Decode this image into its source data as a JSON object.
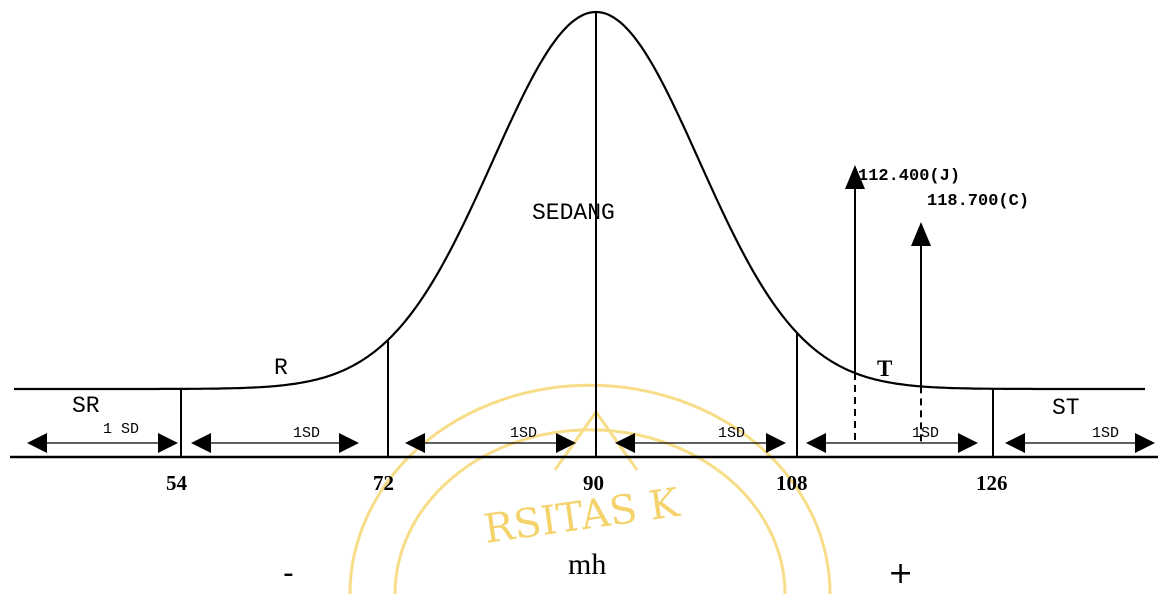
{
  "diagram": {
    "center_label": "SEDANG",
    "zones": [
      {
        "label": "SR"
      },
      {
        "label": "R"
      },
      {
        "label": "T"
      },
      {
        "label": "ST"
      }
    ],
    "ticks": [
      "54",
      "72",
      "90",
      "108",
      "126"
    ],
    "sd_labels": [
      "1 SD",
      "1SD",
      "1SD",
      "1SD",
      "1SD",
      "1SD"
    ],
    "points": [
      {
        "label": "112.400(J)"
      },
      {
        "label": "118.700(C)"
      }
    ],
    "axis_label": "mh",
    "sign_minus": "-",
    "sign_plus": "+",
    "watermark_text": "RSITAS K"
  }
}
